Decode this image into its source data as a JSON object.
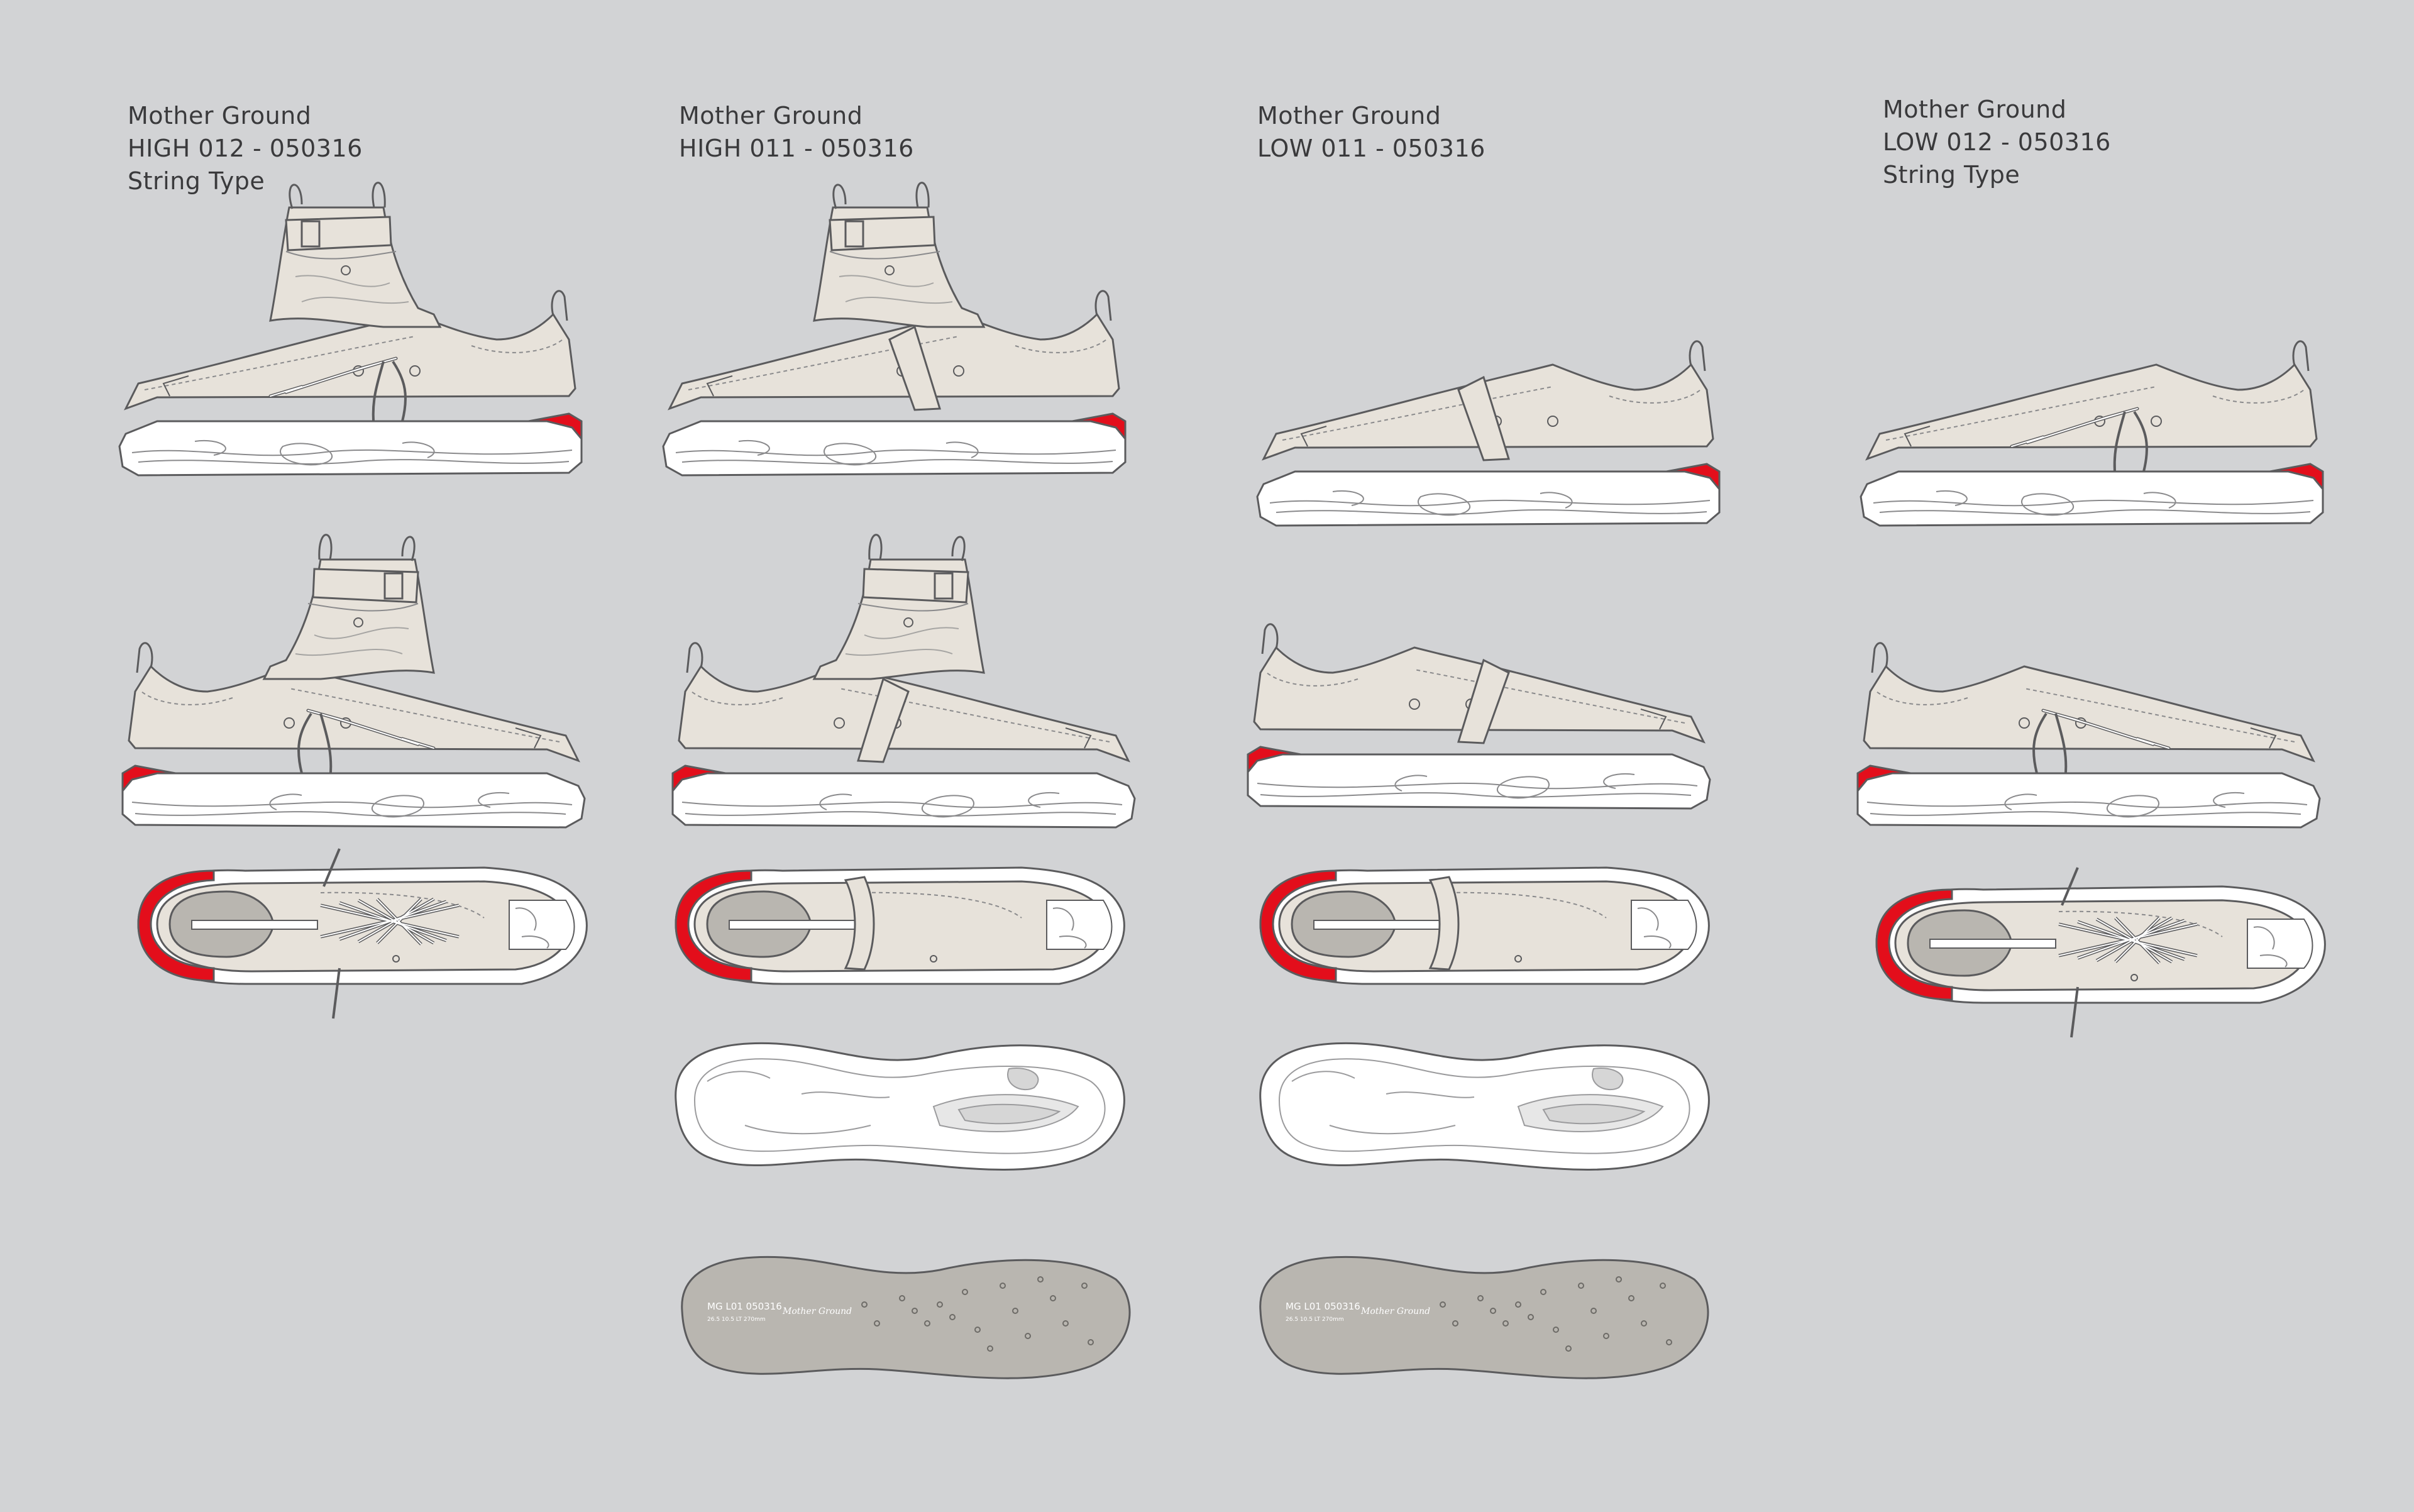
{
  "colors": {
    "background": "#d2d3d5",
    "upper": "#e7e2da",
    "sole": "#ffffff",
    "accent": "#e30e1b",
    "outline": "#5b5b5d",
    "insole": "#b9b6b0",
    "caption": "#3a3a3c"
  },
  "columns": [
    {
      "brand": "Mother Ground",
      "model": "HIGH 012 - 050316",
      "variant": "String Type",
      "height": "high",
      "laced": true,
      "views": [
        "lateral",
        "medial",
        "top"
      ]
    },
    {
      "brand": "Mother Ground",
      "model": "HIGH 011 - 050316",
      "variant": "",
      "height": "high",
      "laced": false,
      "views": [
        "lateral",
        "medial",
        "top",
        "outsole",
        "insole"
      ]
    },
    {
      "brand": "Mother Ground",
      "model": "LOW 011 - 050316",
      "variant": "",
      "height": "low",
      "laced": false,
      "views": [
        "lateral",
        "medial",
        "top",
        "outsole",
        "insole"
      ]
    },
    {
      "brand": "Mother Ground",
      "model": "LOW 012 - 050316",
      "variant": "String Type",
      "height": "low",
      "laced": true,
      "views": [
        "lateral",
        "medial",
        "top"
      ]
    }
  ],
  "insole_print": {
    "code": "MG L01 050316",
    "spec": "26.5 10.5 LT 270mm",
    "logo": "Mother Ground"
  }
}
